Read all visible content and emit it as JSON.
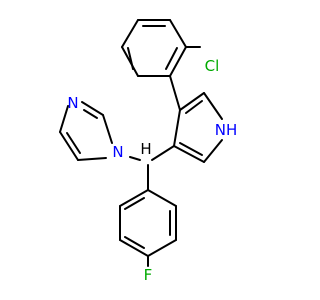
{
  "molecule": {
    "atom_labels": {
      "chlorine": "Cl",
      "pyrrole_nh": "NH",
      "imidazole_n_top": "N",
      "imidazole_n_link": "N",
      "fluorine": "F",
      "methine_h": "H"
    },
    "colors": {
      "bond": "#000000",
      "carbon_text": "#000000",
      "nitrogen": "#0000ff",
      "chlorine": "#00aa00",
      "fluorine": "#00aa00",
      "background": "#ffffff"
    }
  }
}
